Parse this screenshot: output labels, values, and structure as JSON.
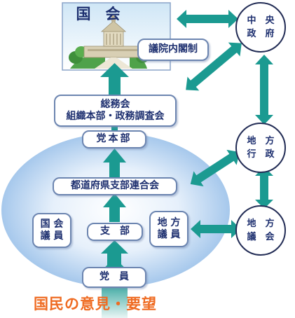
{
  "kokkai": {
    "title": "国　会",
    "sub": "議院内閣制"
  },
  "somukai": {
    "line1": "総務会",
    "line2": "組織本部・政務調査会"
  },
  "honbu": "党本部",
  "rengokai": "都道府県支部連合会",
  "kokkai_giin": {
    "line1": "国 会",
    "line2": "議 員"
  },
  "shibu": "支　部",
  "chiho_giin": {
    "line1": "地 方",
    "line2": "議 員"
  },
  "toin": "党　員",
  "voice": "国民の意見・要望",
  "chuo_seifu": {
    "line1": "中　央",
    "line2": "政　府"
  },
  "chiho_gyosei": {
    "line1": "地　方",
    "line2": "行　政"
  },
  "chiho_gikai": {
    "line1": "地　方",
    "line2": "議　会"
  },
  "colors": {
    "arrow": "#1b9a91",
    "ellipse": "#a6c8ec",
    "voice": "#ef6b22",
    "border": "#6c85b0",
    "text": "#1d2f6f"
  }
}
